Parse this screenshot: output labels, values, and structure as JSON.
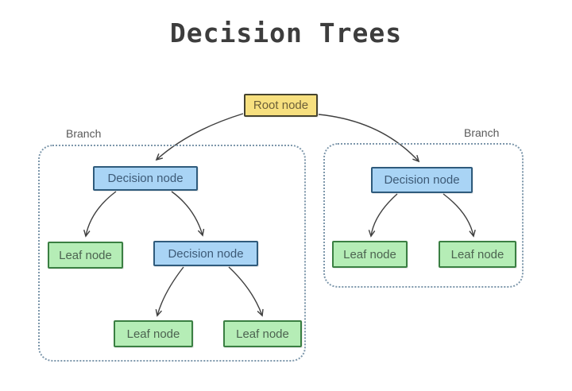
{
  "title": "Decision Trees",
  "branches": {
    "left": {
      "label": "Branch"
    },
    "right": {
      "label": "Branch"
    }
  },
  "nodes": {
    "root": {
      "label": "Root node",
      "type": "root"
    },
    "left_decision": {
      "label": "Decision node",
      "type": "decision"
    },
    "left_leaf1": {
      "label": "Leaf node",
      "type": "leaf"
    },
    "left_decision2": {
      "label": "Decision node",
      "type": "decision"
    },
    "left_leaf2": {
      "label": "Leaf node",
      "type": "leaf"
    },
    "left_leaf3": {
      "label": "Leaf node",
      "type": "leaf"
    },
    "right_decision": {
      "label": "Decision node",
      "type": "decision"
    },
    "right_leaf1": {
      "label": "Leaf node",
      "type": "leaf"
    },
    "right_leaf2": {
      "label": "Leaf node",
      "type": "leaf"
    }
  },
  "edges": [
    {
      "from": "root",
      "to": "left_decision"
    },
    {
      "from": "root",
      "to": "right_decision"
    },
    {
      "from": "left_decision",
      "to": "left_leaf1"
    },
    {
      "from": "left_decision",
      "to": "left_decision2"
    },
    {
      "from": "left_decision2",
      "to": "left_leaf2"
    },
    {
      "from": "left_decision2",
      "to": "left_leaf3"
    },
    {
      "from": "right_decision",
      "to": "right_leaf1"
    },
    {
      "from": "right_decision",
      "to": "right_leaf2"
    }
  ],
  "colors": {
    "root_fill": "#f7e07f",
    "root_border": "#45432f",
    "decision_fill": "#a9d4f5",
    "decision_border": "#2f5b7c",
    "leaf_fill": "#b5edb6",
    "leaf_border": "#3a7f42",
    "branch_dashed_border": "#7d97ab",
    "arrow": "#3f3f3f",
    "title_color": "#3d3d3d",
    "label_color": "#595959"
  }
}
